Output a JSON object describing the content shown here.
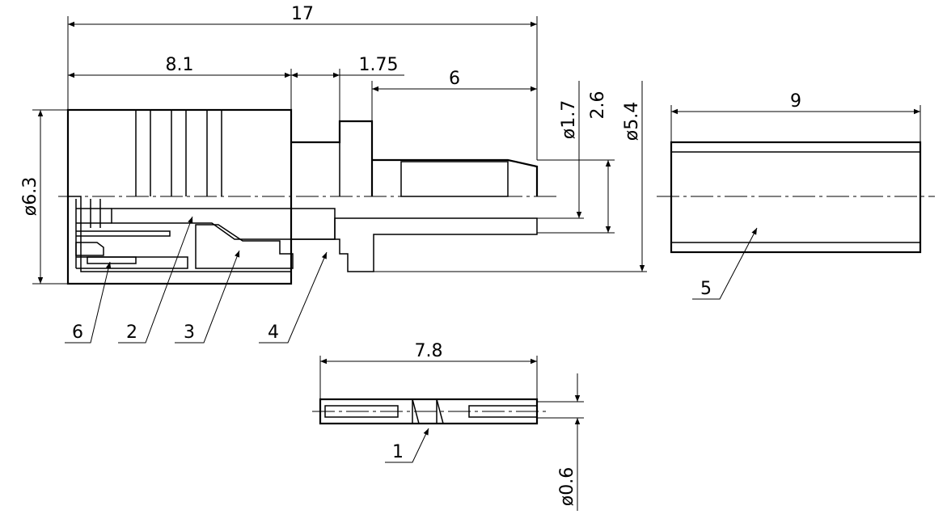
{
  "dimensions": {
    "overall_length": "17",
    "body_length": "8.1",
    "step_length": "1.75",
    "crimp_length": "6",
    "body_diameter": "ø6.3",
    "bore_diameter": "ø1.7",
    "crimp_height": "2.6",
    "crimp_diameter": "ø5.4",
    "ferrule_length": "9",
    "pin_length": "7.8",
    "pin_diameter": "ø0.6"
  },
  "part_labels": [
    "6",
    "2",
    "3",
    "4",
    "5",
    "1"
  ]
}
